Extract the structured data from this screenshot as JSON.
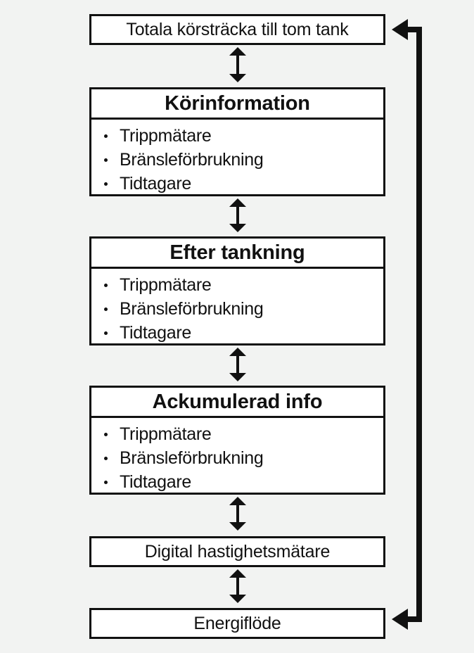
{
  "diagram": {
    "top_box": "Totala körsträcka till tom tank",
    "sections": [
      {
        "title": "Körinformation",
        "items": [
          "Trippmätare",
          "Bränsleförbrukning",
          "Tidtagare"
        ]
      },
      {
        "title": "Efter tankning",
        "items": [
          "Trippmätare",
          "Bränsleförbrukning",
          "Tidtagare"
        ]
      },
      {
        "title": "Ackumulerad info",
        "items": [
          "Trippmätare",
          "Bränsleförbrukning",
          "Tidtagare"
        ]
      }
    ],
    "speedometer_box": "Digital hastighetsmätare",
    "bottom_box": "Energiflöde"
  }
}
